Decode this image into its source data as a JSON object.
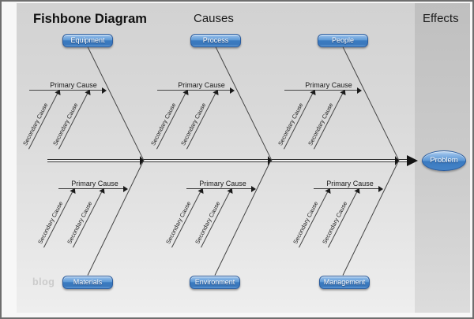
{
  "header": {
    "title": "Fishbone Diagram",
    "causes_label": "Causes",
    "effects_label": "Effects"
  },
  "effect_node": {
    "label": "Problem"
  },
  "branches": {
    "top": [
      {
        "category": "Equipment",
        "primary": "Primary Cause",
        "secondary": [
          "Secondary Cause",
          "Secondary Cause"
        ]
      },
      {
        "category": "Process",
        "primary": "Primary Cause",
        "secondary": [
          "Secondary Cause",
          "Secondary Cause"
        ]
      },
      {
        "category": "People",
        "primary": "Primary Cause",
        "secondary": [
          "Secondary Cause",
          "Secondary Cause"
        ]
      }
    ],
    "bottom": [
      {
        "category": "Materials",
        "primary": "Primary Cause",
        "secondary": [
          "Secondary Cause",
          "Secondary Cause"
        ]
      },
      {
        "category": "Environment",
        "primary": "Primary Cause",
        "secondary": [
          "Secondary Cause",
          "Secondary Cause"
        ]
      },
      {
        "category": "Management",
        "primary": "Primary Cause",
        "secondary": [
          "Secondary Cause",
          "Secondary Cause"
        ]
      }
    ]
  },
  "watermark": "blog",
  "colors": {
    "node_fill": "#4a87c9",
    "node_border": "#2a5c9e",
    "line": "#454545",
    "panel_bg": "#d9d9d9",
    "sidebar_bg": "#c8c8c8"
  }
}
